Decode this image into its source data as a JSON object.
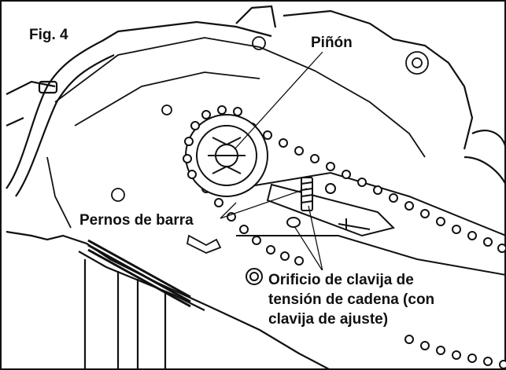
{
  "figure_label": "Fig. 4",
  "callouts": {
    "sprocket": "Piñón",
    "bar_bolts": "Pernos de barra",
    "tension_pin_hole": {
      "line1": "Orificio de clavija de",
      "line2": "tensión de cadena (con",
      "line3": "clavija de ajuste)"
    }
  },
  "colors": {
    "ink": "#111111",
    "background": "#ffffff"
  }
}
